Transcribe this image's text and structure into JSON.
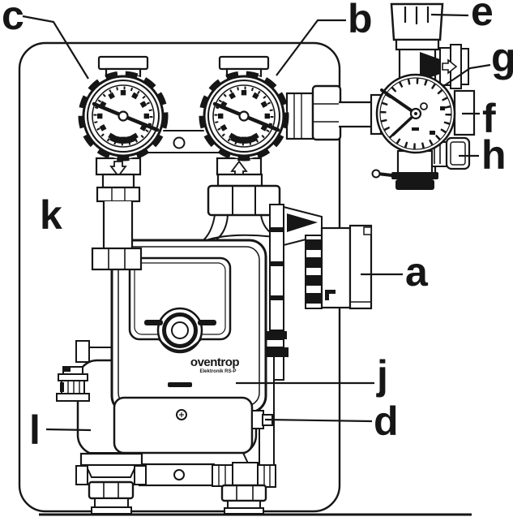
{
  "description": "Technical line drawing of an Oventrop pump group assembly with two dial thermometers, safety/fill group with pressure gauge, electronic pump and lettered part callouts",
  "labels": {
    "a": "a",
    "b": "b",
    "c": "c",
    "d": "d",
    "e": "e",
    "f": "f",
    "g": "g",
    "h": "h",
    "j": "j",
    "k": "k",
    "l": "l"
  },
  "pump": {
    "brand": "oventrop",
    "model_text": "Elektronik RS-P"
  },
  "colors": {
    "ink": "#161616",
    "paper": "#ffffff"
  }
}
